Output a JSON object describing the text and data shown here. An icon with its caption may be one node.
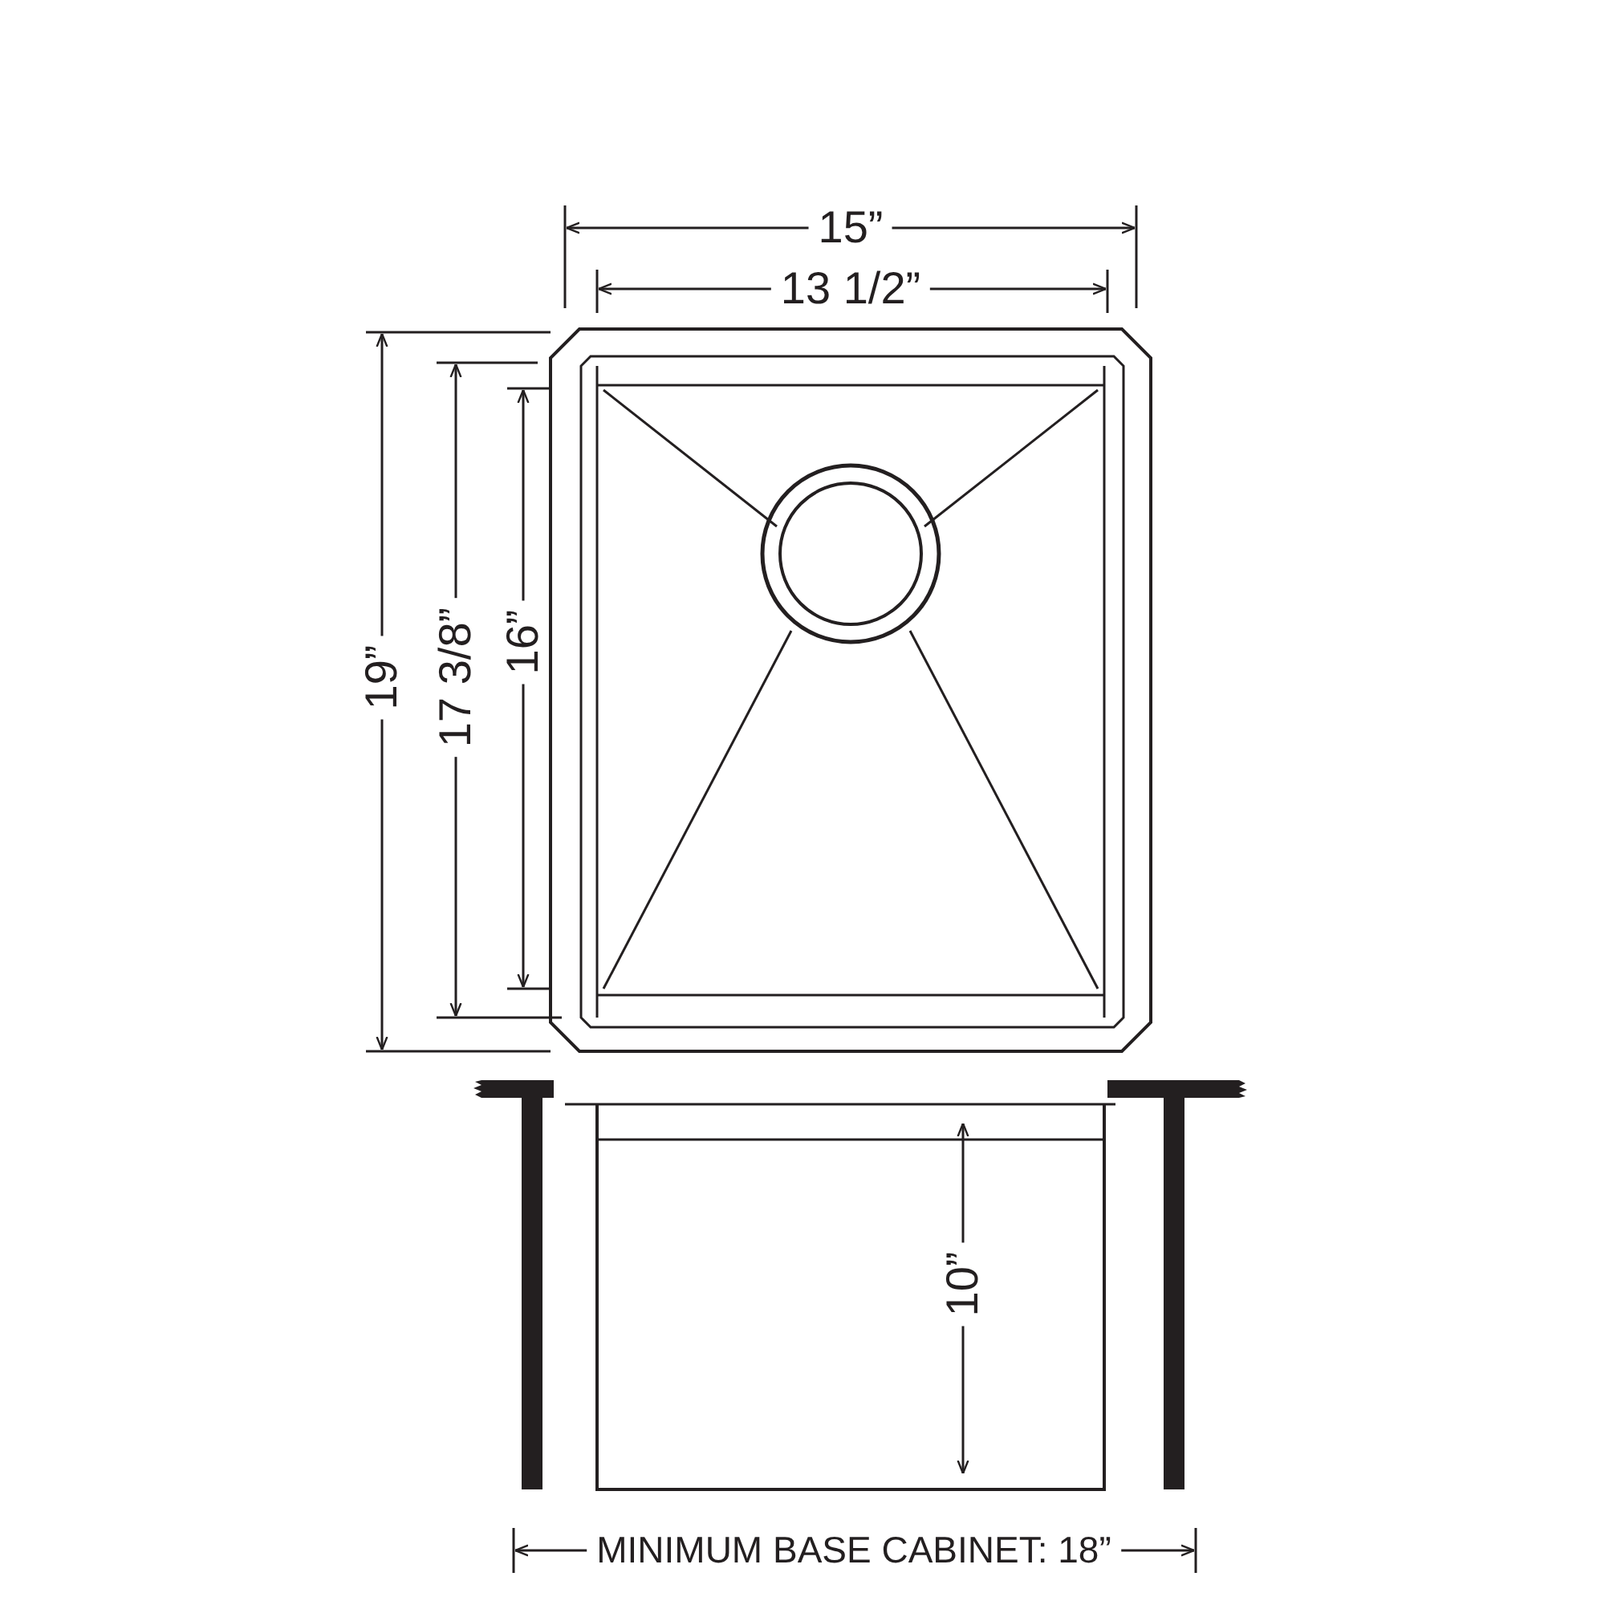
{
  "diagram": {
    "labels": [
      "15”",
      "13 1/2”",
      "19”",
      "17 3/8”",
      "16”",
      "10”",
      "MINIMUM BASE CABINET: 18”"
    ]
  }
}
